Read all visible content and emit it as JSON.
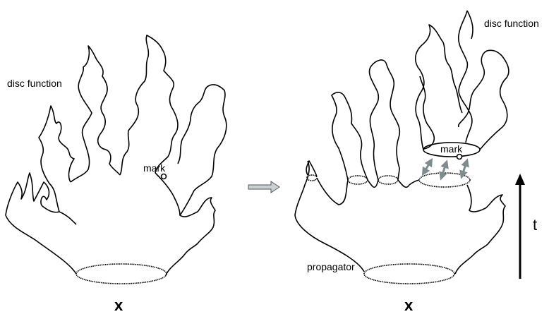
{
  "left_panel": {
    "disc_label": "disc function",
    "mark_label": "mark",
    "x_label": "x"
  },
  "right_panel": {
    "disc_label": "disc function",
    "mark_label": "mark",
    "propagator_label": "propagator",
    "x_label": "x"
  },
  "time_axis": {
    "label": "t"
  },
  "colors": {
    "ink": "#000000",
    "arrow_gray": "#7f8c8d",
    "arrow_fill": "#95a5a6"
  }
}
